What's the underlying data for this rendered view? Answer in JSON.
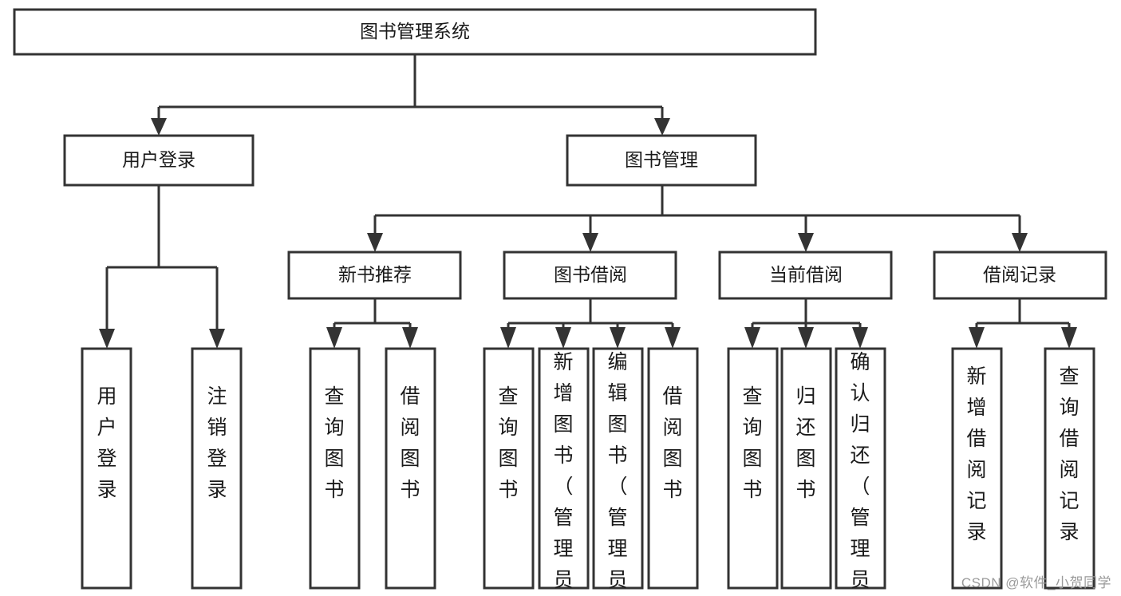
{
  "diagram": {
    "type": "tree",
    "title": "图书管理系统",
    "watermark": "CSDN @软件_小贺同学",
    "root": {
      "label": "图书管理系统"
    },
    "level2": [
      {
        "label": "用户登录"
      },
      {
        "label": "图书管理"
      }
    ],
    "level3": [
      {
        "label": "新书推荐"
      },
      {
        "label": "图书借阅"
      },
      {
        "label": "当前借阅"
      },
      {
        "label": "借阅记录"
      }
    ],
    "leaves": {
      "user_login": [
        {
          "label": "用户登录"
        },
        {
          "label": "注销登录"
        }
      ],
      "new_book_recommend": [
        {
          "label": "查询图书"
        },
        {
          "label": "借阅图书"
        }
      ],
      "book_borrow": [
        {
          "label": "查询图书"
        },
        {
          "label": "新增图书（管理员）"
        },
        {
          "label": "编辑图书（管理员）"
        },
        {
          "label": "借阅图书"
        }
      ],
      "current_borrow": [
        {
          "label": "查询图书"
        },
        {
          "label": "归还图书"
        },
        {
          "label": "确认归还（管理员）"
        }
      ],
      "borrow_record": [
        {
          "label": "新增借阅记录"
        },
        {
          "label": "查询借阅记录"
        }
      ]
    },
    "colors": {
      "box_fill": "#ffffff",
      "box_stroke": "#333333",
      "text": "#1a1a1a",
      "watermark": "#9a9a9a",
      "background": "#ffffff"
    }
  }
}
